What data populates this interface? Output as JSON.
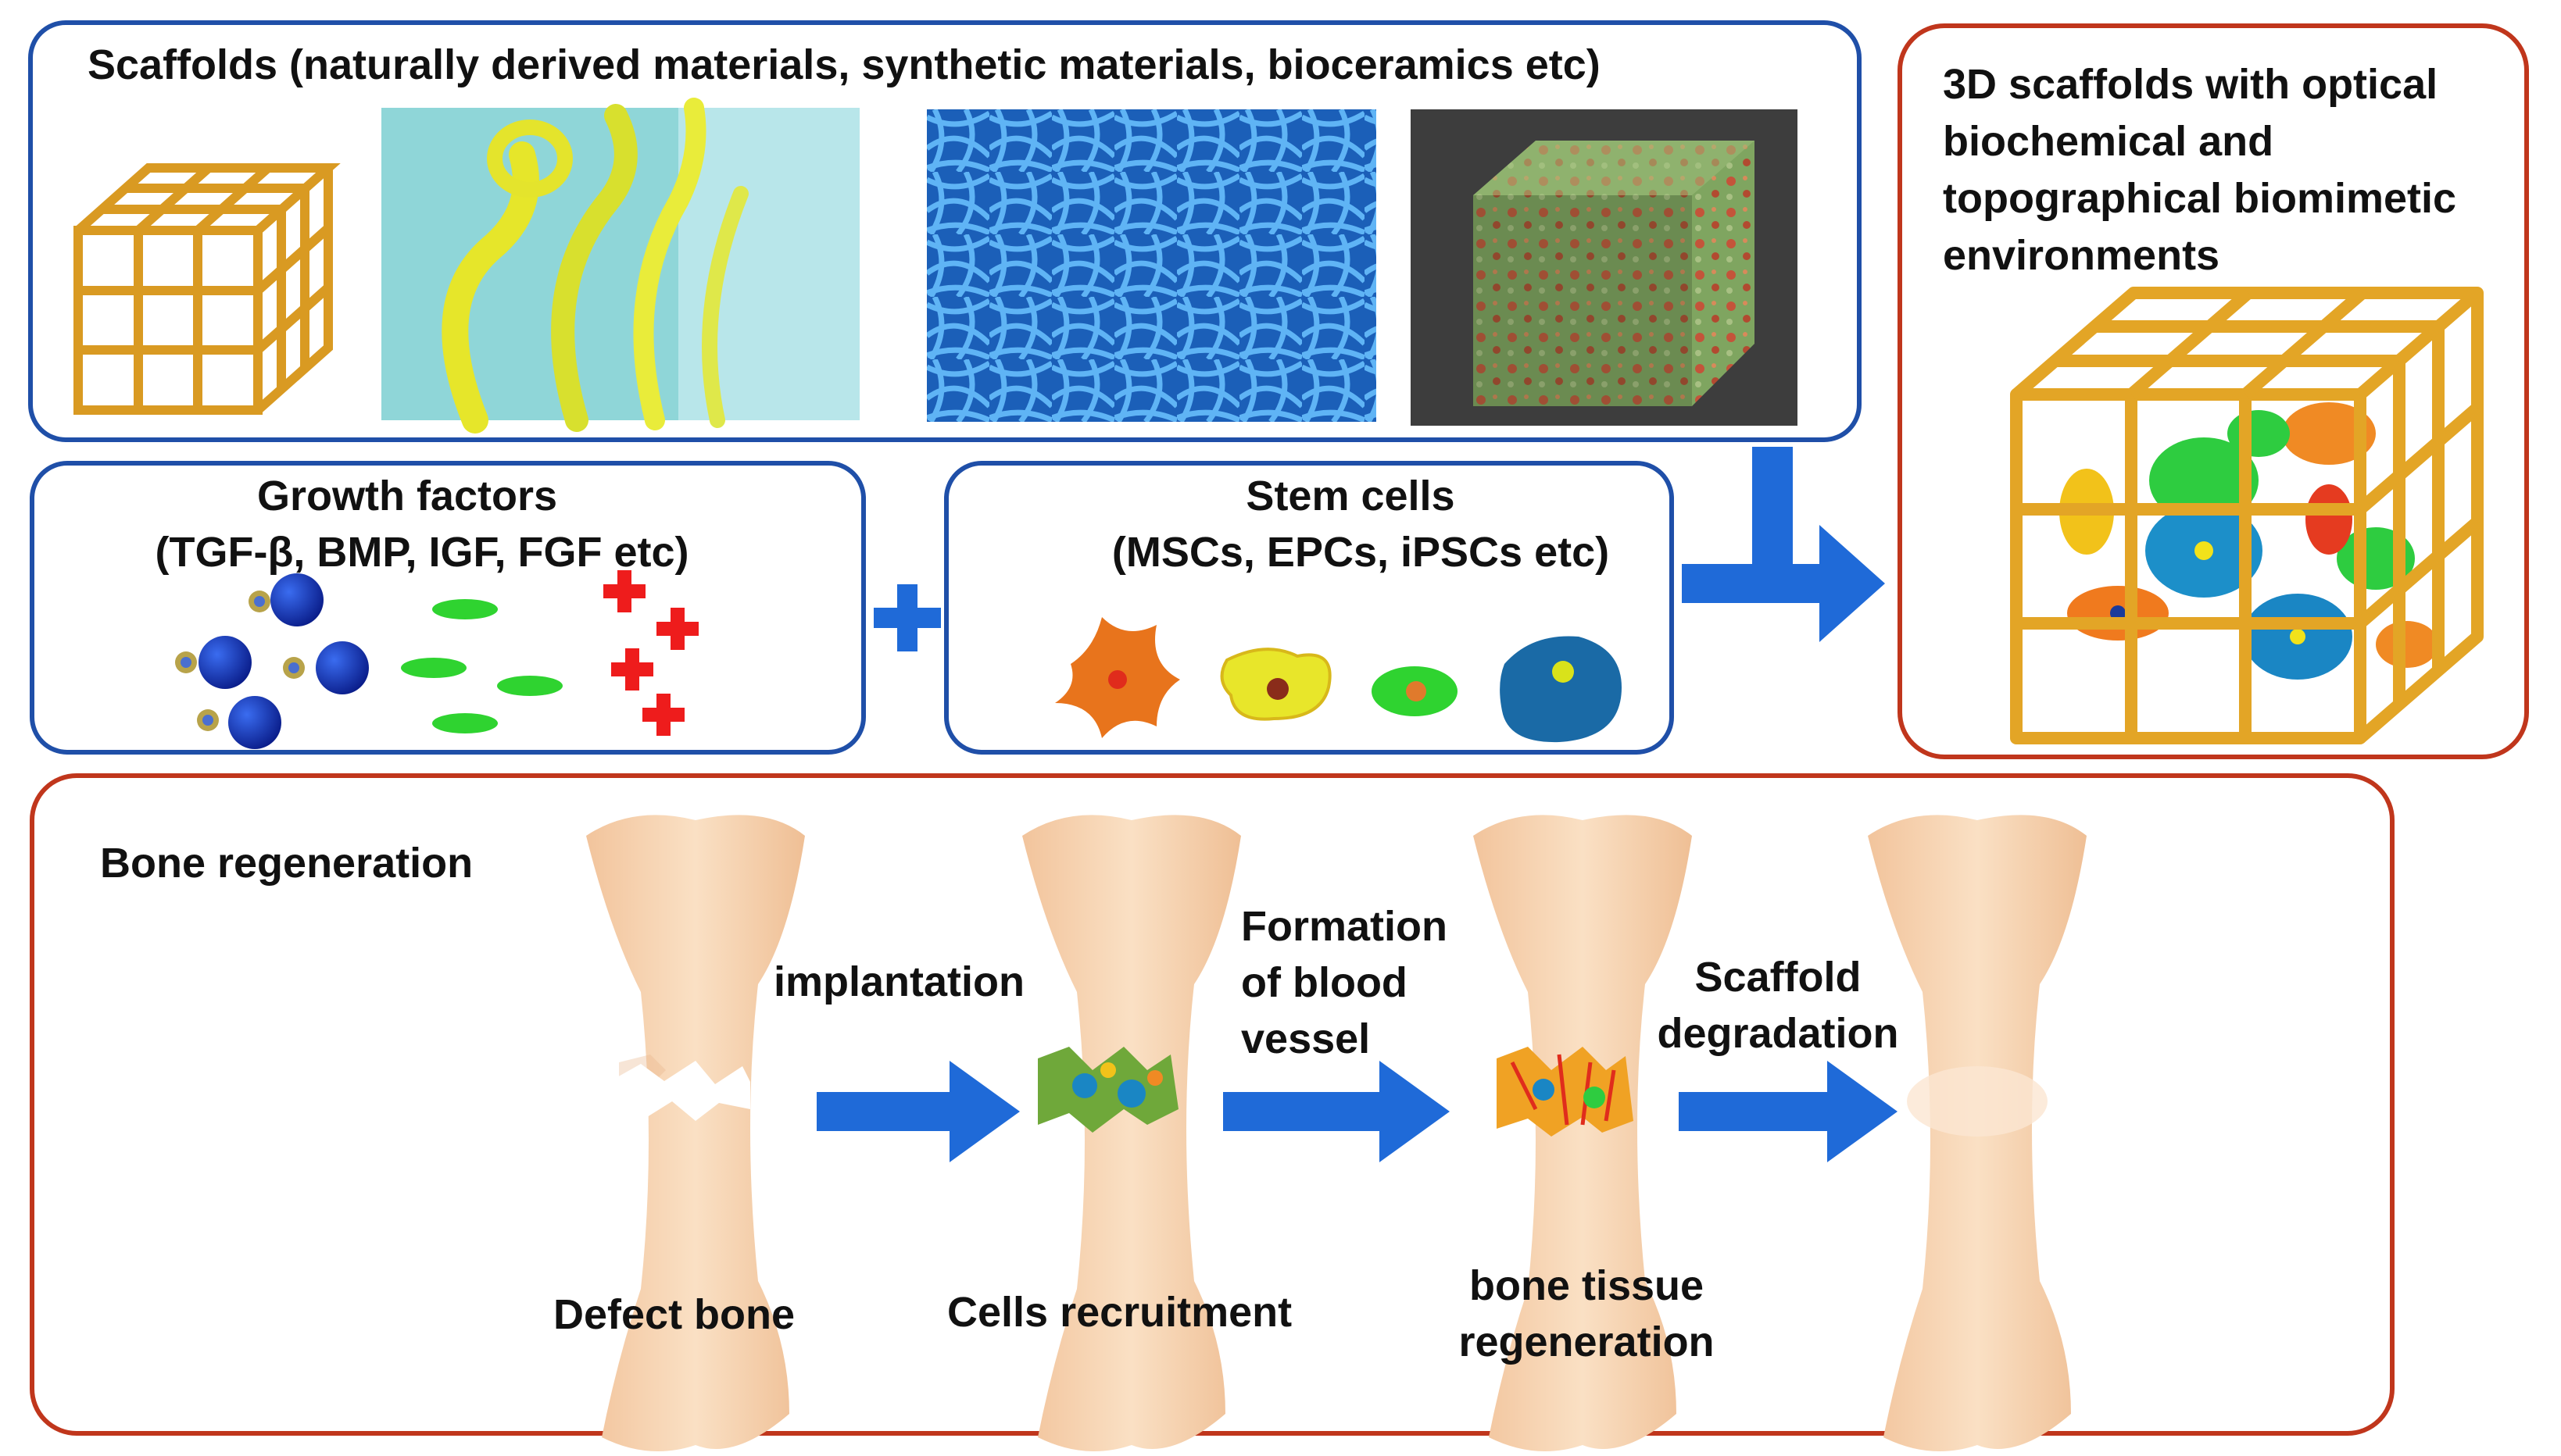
{
  "scaffolds": {
    "title": "Scaffolds  (naturally derived materials, synthetic materials, bioceramics etc)"
  },
  "result": {
    "title_lines": [
      "3D scaffolds with optical",
      "biochemical and",
      "topographical biomimetic",
      "environments"
    ]
  },
  "growth_factors": {
    "title": "Growth factors",
    "subtitle": "(TGF-β, BMP, IGF, FGF etc)"
  },
  "stem_cells": {
    "title": "Stem cells",
    "subtitle": "(MSCs, EPCs, iPSCs etc)"
  },
  "bone": {
    "title": "Bone regeneration",
    "step1_arrow": "implantation",
    "step2_arrow_lines": [
      "Formation",
      "of blood",
      "vessel"
    ],
    "step3_arrow_lines": [
      "Scaffold",
      "degradation"
    ],
    "caption1": "Defect bone",
    "caption2": "Cells recruitment",
    "caption3_lines": [
      "bone tissue",
      "regeneration"
    ]
  },
  "colors": {
    "blue_border": "#1f4fa8",
    "red_border": "#c0361c",
    "arrow_blue": "#1f6ad8",
    "scaffold_gold": "#e0a22a",
    "bone": "#f6d2ae"
  }
}
